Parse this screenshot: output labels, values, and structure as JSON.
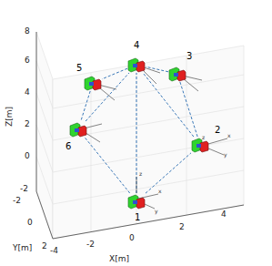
{
  "diagram": {
    "nodes": [
      {
        "text": [
          "1"
        ]
      },
      {
        "text": [
          "2"
        ]
      },
      {
        "text": [
          "3"
        ]
      },
      {
        "text": [
          "4"
        ]
      },
      {
        "text": [
          "5"
        ]
      },
      {
        "text": [
          "6"
        ]
      }
    ],
    "edges": [
      {
        "from": 0,
        "to": 1,
        "arrow": "none"
      },
      {
        "from": 0,
        "to": 5,
        "arrow": "none"
      },
      {
        "from": 0,
        "to": 3,
        "arrow": "none"
      },
      {
        "from": 1,
        "to": 2,
        "arrow": "none"
      },
      {
        "from": 2,
        "to": 3,
        "arrow": "none"
      },
      {
        "from": 3,
        "to": 4,
        "arrow": "none"
      },
      {
        "from": 4,
        "to": 5,
        "arrow": "none"
      },
      {
        "from": 1,
        "to": 3,
        "arrow": "none"
      },
      {
        "from": 5,
        "to": 3,
        "arrow": "none"
      }
    ],
    "labels": [
      "Z[m]",
      "8",
      "6",
      "4",
      "2",
      "0",
      "-2",
      "Y[m]",
      "-2",
      "0",
      "2",
      "X[m]",
      "-4",
      "-2",
      "0",
      "2",
      "4",
      "x",
      "y",
      "z",
      "x",
      "y",
      "z"
    ]
  }
}
